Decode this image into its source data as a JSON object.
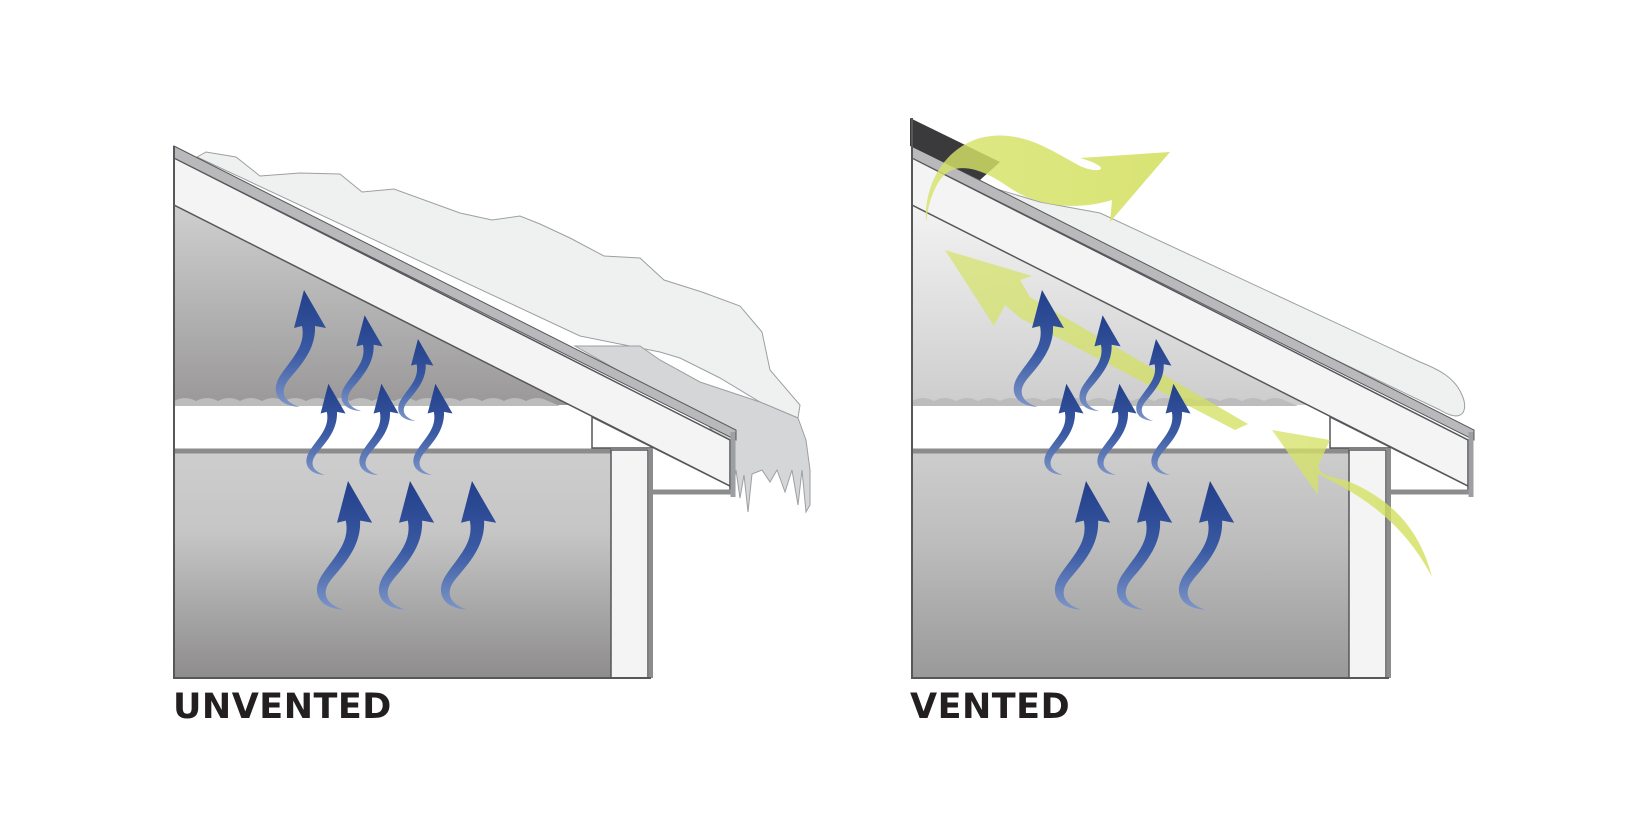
{
  "panels": [
    {
      "id": "unvented",
      "label": "UNVENTED",
      "vented": false
    },
    {
      "id": "vented",
      "label": "VENTED",
      "vented": true
    }
  ],
  "colors": {
    "heat_arrow": "#2b4a94",
    "heat_arrow_fade": "#6f89bf",
    "vent_flow": "#d7e36b",
    "wall_dark": "#8c8a8b",
    "wall_light": "#cfcfcf",
    "roof_deck": "#f4f4f4",
    "roof_edge": "#b9b9bb",
    "snow": "#eff0f0",
    "ice": "#d5d6d7",
    "ridge_vent": "#3a3a3c",
    "outline": "#55575a",
    "label_text": "#231f20"
  }
}
